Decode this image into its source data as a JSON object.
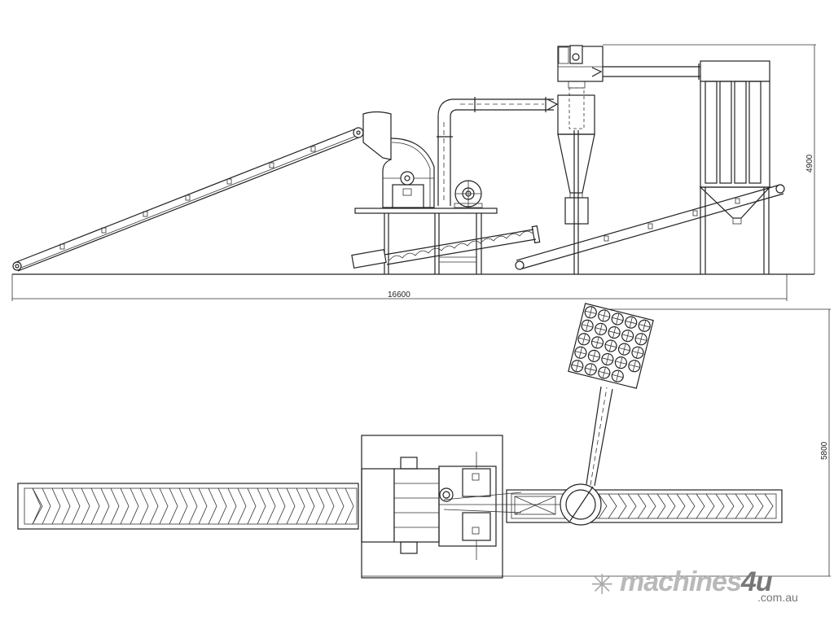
{
  "drawing": {
    "side_view": {
      "length_dimension": "16600",
      "height_dimension": "4900"
    },
    "plan_view": {
      "width_dimension": "5800"
    }
  },
  "watermark": {
    "brand": "machines",
    "brand_accent": "4u",
    "domain": ".com.au",
    "icon": "snowflake-arrow-logo"
  }
}
